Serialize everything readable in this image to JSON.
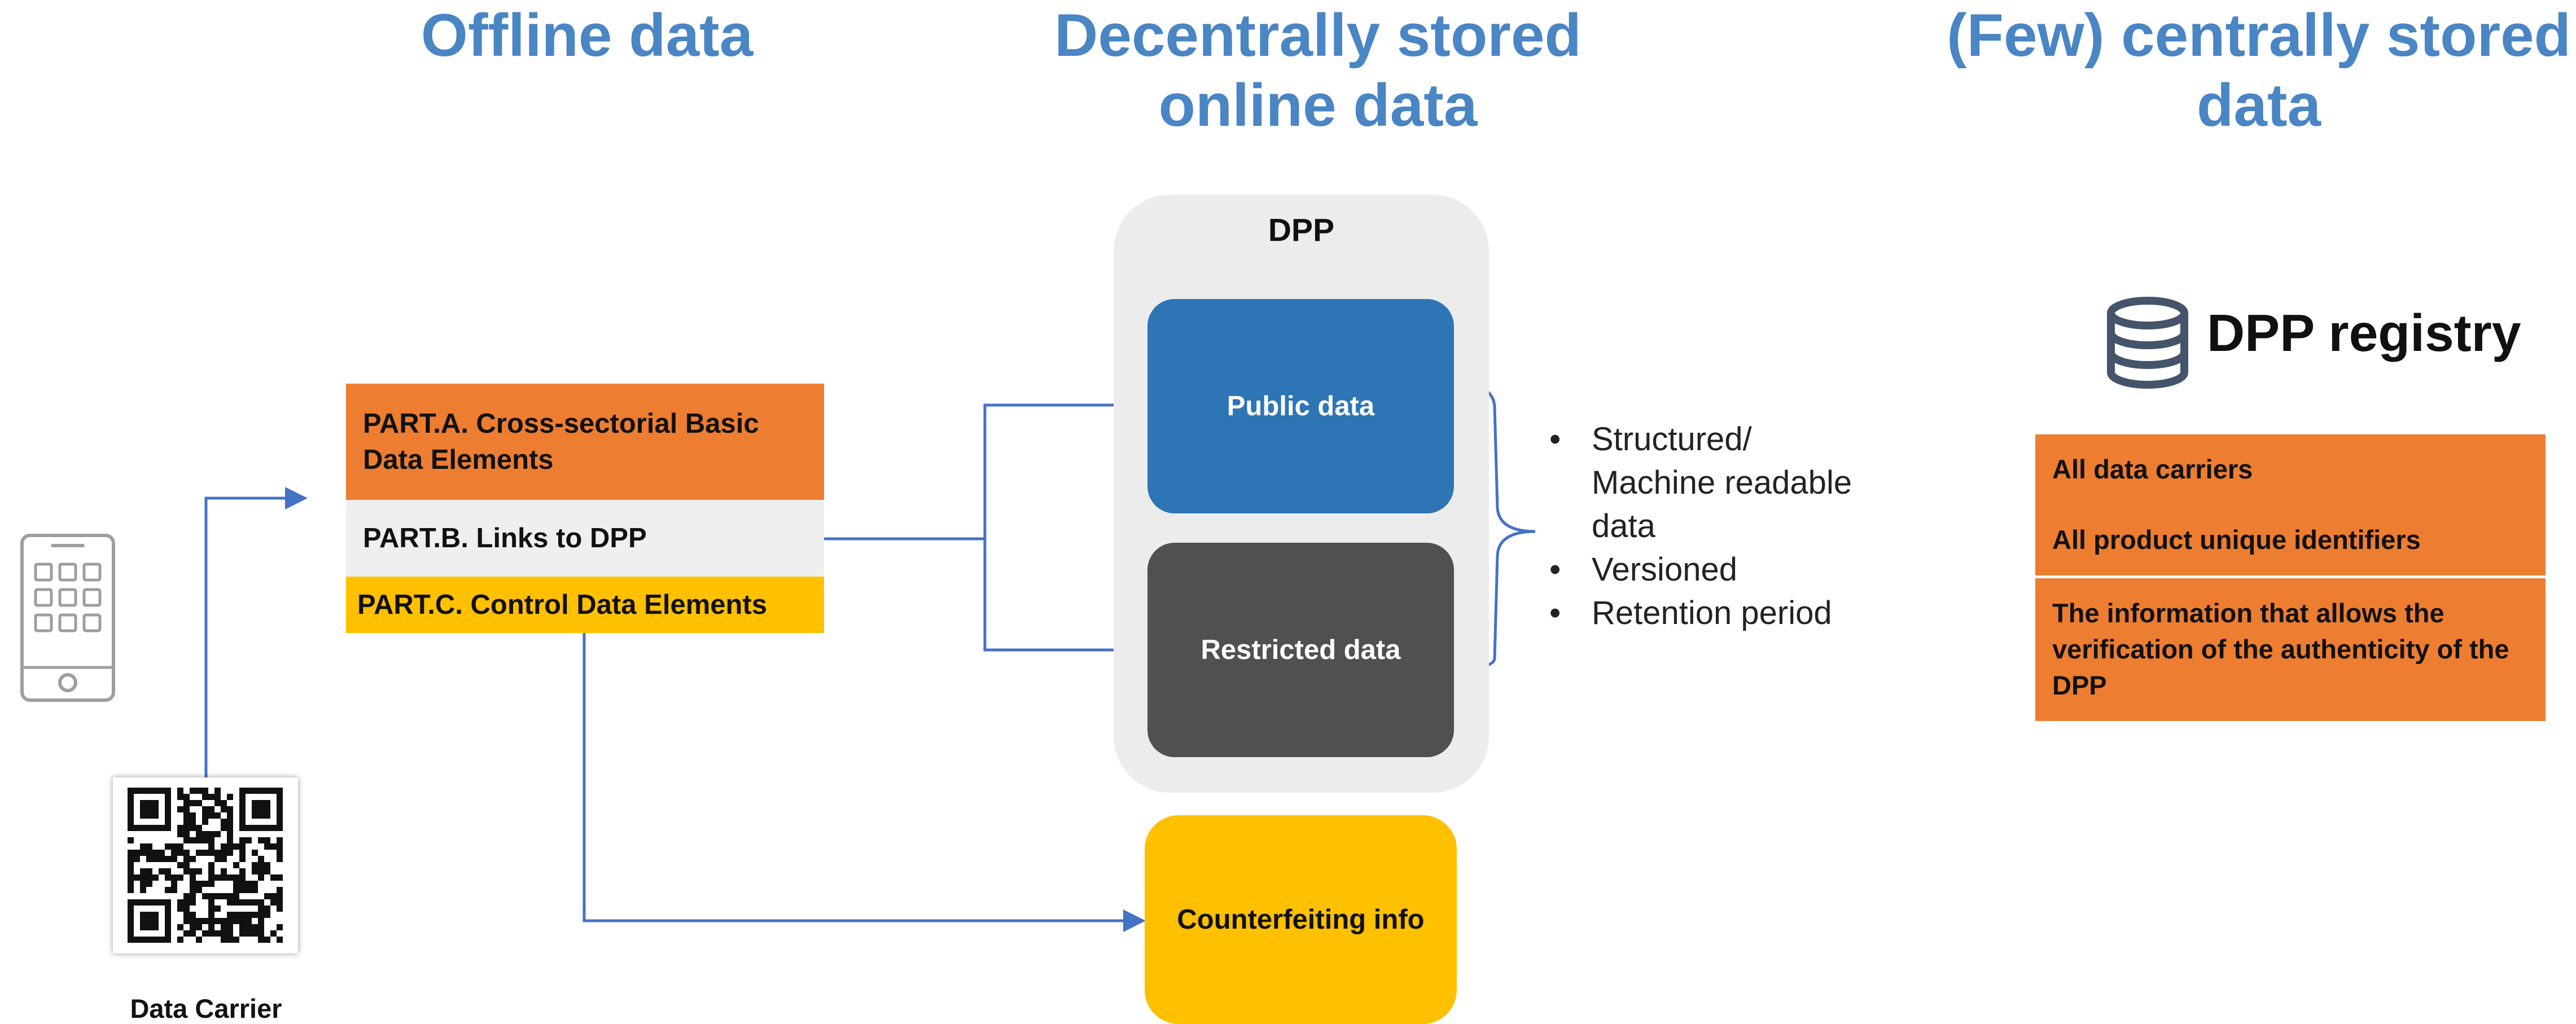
{
  "headings": {
    "offline": "Offline data",
    "decentral": "Decentrally stored\nonline data",
    "central": "(Few) centrally stored\ndata"
  },
  "offline": {
    "part_a": "PART.A. Cross-sectorial Basic Data Elements",
    "part_b": "PART.B. Links to DPP",
    "part_c": "PART.C. Control Data Elements",
    "data_carrier_label": "Data Carrier"
  },
  "dpp": {
    "title": "DPP",
    "public_label": "Public data",
    "restricted_label": "Restricted data",
    "counterfeit_label": "Counterfeiting info",
    "properties": [
      "Structured/",
      "Machine readable",
      "data",
      "Versioned",
      "Retention period"
    ]
  },
  "registry": {
    "title": "DPP registry",
    "box1_items": [
      "All data carriers",
      "All product unique identifiers"
    ],
    "box2_text": "The information that allows the verification of the authenticity of the DPP"
  },
  "colors": {
    "heading": "#4a85c4",
    "orange": "#ed7d31",
    "yellow": "#ffc000",
    "blue": "#2e75b6",
    "dark_gray": "#505050",
    "connector": "#4472c4"
  },
  "icons": {
    "phone": "smartphone-icon",
    "qr": "qr-code-icon",
    "registry": "database-icon"
  }
}
